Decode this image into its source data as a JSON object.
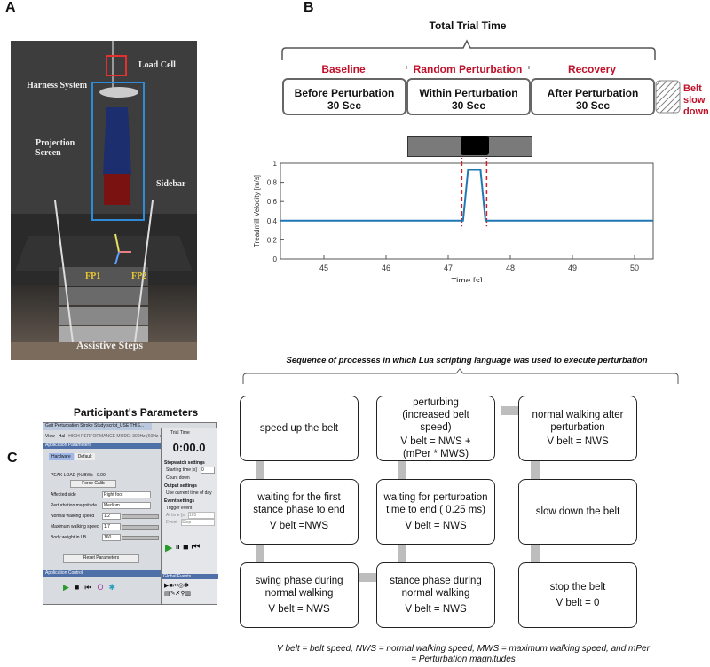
{
  "panels": {
    "a": "A",
    "b": "B",
    "c": "C"
  },
  "photo": {
    "labels": {
      "load_cell": "Load Cell",
      "harness": "Harness System",
      "projection": "Projection\nScreen",
      "sidebar": "Sidebar",
      "fp1": "FP1",
      "fp2": "FP2",
      "steps": "Assistive Steps"
    }
  },
  "timeline": {
    "total": "Total Trial Time",
    "phases": [
      {
        "head": "Baseline",
        "line1": "Before Perturbation",
        "line2": "30 Sec"
      },
      {
        "head": "Random Perturbation",
        "line1": "Within Perturbation",
        "line2": "30 Sec"
      },
      {
        "head": "Recovery",
        "line1": "After Perturbation",
        "line2": "30 Sec"
      }
    ],
    "belt": "Belt\nslow\ndown"
  },
  "chart_data": {
    "type": "line",
    "xlabel": "Time [s]",
    "ylabel": "Treadmill Velocity [m/s]",
    "xlim": [
      44.3,
      50.3
    ],
    "ylim": [
      0,
      1
    ],
    "xticks": [
      45,
      46,
      47,
      48,
      49,
      50
    ],
    "yticks": [
      0,
      0.2,
      0.4,
      0.6,
      0.8,
      1
    ],
    "grid": false,
    "series": [
      {
        "x": [
          44.3,
          47.24,
          47.32,
          47.52,
          47.6,
          50.3
        ],
        "y": [
          0.4,
          0.4,
          0.93,
          0.93,
          0.4,
          0.4
        ],
        "color": "#1f77b4"
      }
    ],
    "markers": [
      47.22,
      47.62
    ]
  },
  "app": {
    "title": "Gait Perturbation Stroke Study script_USE THIS...",
    "menu": [
      "View",
      "Hal",
      "HIGH PERFORMANCE MODE: 300Hz (60Hz screen)"
    ],
    "section": "Application Parameters",
    "tabs": [
      "Hardware",
      "Default"
    ],
    "peak_label": "PEAK LOAD (% BW):",
    "peak_value": "0.00",
    "force_calib": "Force Calib",
    "fields": [
      {
        "label": "Affected side",
        "value": "Right foot"
      },
      {
        "label": "Perturbation magnitude",
        "value": "Medium"
      },
      {
        "label": "Normal walking speed",
        "value": "1.2"
      },
      {
        "label": "Maximum walking speed",
        "value": "1.7"
      },
      {
        "label": "Body  weight in LB",
        "value": "160"
      }
    ],
    "reset": "Reset Parameters",
    "control": "Application Control",
    "timer": {
      "title": "Trial Time",
      "value": "0:00.0",
      "stopwatch": "Stopwatch settings",
      "starting": "Starting time [s]",
      "starting_value": "0",
      "countdown": "Count down",
      "output": "Output settings",
      "use_current": "Use current time of day",
      "event": "Event settings",
      "trigger": "Trigger event",
      "at_time": "At time [s]",
      "at_value": "165",
      "event_label": "Event",
      "event_value": "Stop",
      "global": "Global Events"
    }
  },
  "params_title": "Participant's Parameters",
  "sequence_title": "Sequence of processes in which Lua scripting language was used to execute perturbation",
  "steps": [
    {
      "line1": "speed up the belt",
      "line2": ""
    },
    {
      "line1": "waiting for the first stance phase to end",
      "line2": "V belt =NWS"
    },
    {
      "line1": "swing phase during normal walking",
      "line2": "V belt = NWS"
    },
    {
      "line1": "perturbing\n(increased belt\nspeed)",
      "line2": "V belt = NWS +\n(mPer * MWS)"
    },
    {
      "line1": "waiting for perturbation time to end ( 0.25 ms)",
      "line2": "V belt = NWS"
    },
    {
      "line1": "stance phase during normal walking",
      "line2": "V belt = NWS"
    },
    {
      "line1": "normal walking after perturbation",
      "line2": "V belt = NWS"
    },
    {
      "line1": "slow down the belt",
      "line2": ""
    },
    {
      "line1": "stop the belt",
      "line2": "V belt = 0"
    }
  ],
  "footnote": "V belt = belt speed, NWS = normal walking speed, MWS = maximum walking speed, and mPer\n= Perturbation magnitudes"
}
